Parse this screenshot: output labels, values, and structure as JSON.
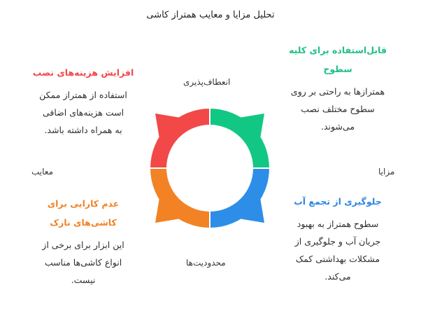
{
  "title": "تحلیل مزایا و معایب همتراز کاشی",
  "axis_labels": {
    "top": "انعطاف‌پذیری",
    "bottom": "محدودیت‌ها",
    "right": "مزایا",
    "left": "معایب"
  },
  "quadrants": {
    "top_right": {
      "heading_lines": [
        "قابل‌استفاده برای کلیه",
        "سطوح"
      ],
      "description_lines": [
        "همترازها به راحتی بر روی",
        "سطوح مختلف نصب",
        "می‌شوند."
      ],
      "color": "#1fc084"
    },
    "bottom_right": {
      "heading_lines": [
        "جلوگیری از تجمع آب"
      ],
      "description_lines": [
        "سطوح همتراز به بهبود",
        "جریان آب و جلوگیری از",
        "مشکلات بهداشتی کمک",
        "می‌کند."
      ],
      "color": "#2f87de"
    },
    "top_left": {
      "heading_lines": [
        "افزایش هزینه‌های نصب"
      ],
      "description_lines": [
        "استفاده از همتراز ممکن",
        "است هزینه‌های اضافی",
        "به همراه داشته باشد."
      ],
      "color": "#f0494c"
    },
    "bottom_left": {
      "heading_lines": [
        "عدم کارایی برای",
        "کاشی‌های نازک"
      ],
      "description_lines": [
        "این ابزار برای برخی از",
        "انواع کاشی‌ها مناسب",
        "نیست."
      ],
      "color": "#f28224"
    }
  },
  "ring_colors": {
    "top_right": "#12c784",
    "bottom_right": "#2d8ee8",
    "bottom_left": "#f28224",
    "top_left": "#f24848"
  }
}
